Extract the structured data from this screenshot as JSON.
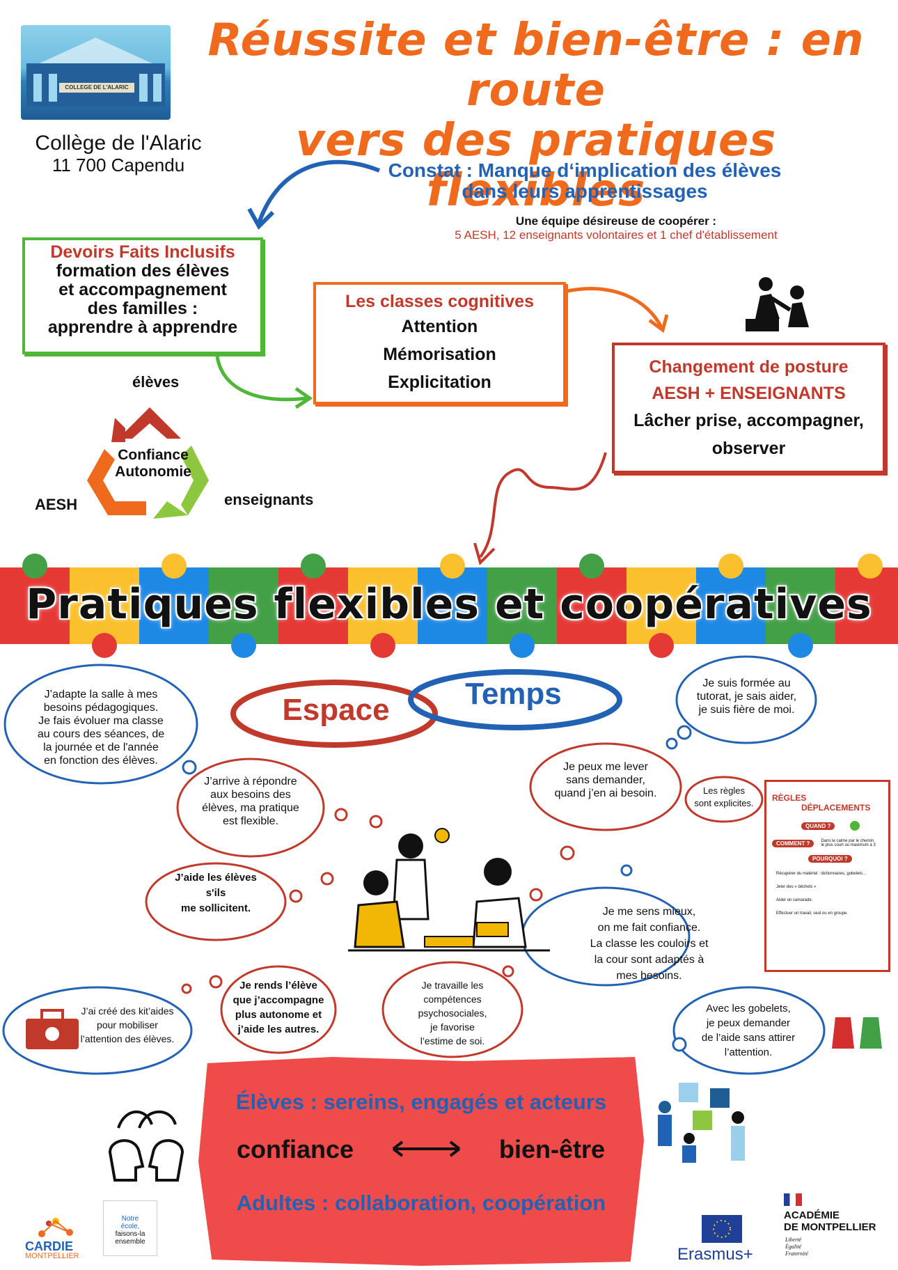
{
  "header": {
    "title_line1": "Réussite et bien-être : en route",
    "title_line2": "vers des pratiques flexibles",
    "photo_sign": "COLLEGE DE L'ALARIC",
    "school_name": "Collège de l'Alaric",
    "school_city": "11 700 Capendu"
  },
  "constat": {
    "line1": "Constat : Manque d‘implication des élèves",
    "line2": "dans leurs apprentissages",
    "team_title": "Une équipe désireuse de coopérer :",
    "team_detail": "5 AESH, 12 enseignants volontaires et 1 chef d'établissement"
  },
  "box_devoirs": {
    "title": "Devoirs Faits Inclusifs",
    "lines": [
      "formation des élèves",
      "et accompagnement",
      "des familles :",
      "apprendre à apprendre"
    ]
  },
  "box_classes": {
    "title": "Les classes cognitives",
    "lines": [
      "Attention",
      "Mémorisation",
      "Explicitation"
    ]
  },
  "box_posture": {
    "title1": "Changement de posture",
    "title2": "AESH + ENSEIGNANTS",
    "lines": [
      "Lâcher prise, accompagner,",
      "observer"
    ]
  },
  "cycle": {
    "top": "élèves",
    "left": "AESH",
    "right": "enseignants",
    "center1": "Confiance",
    "center2": "Autonomie"
  },
  "banner": {
    "text": "Pratiques flexibles et coopératives"
  },
  "labels": {
    "espace": "Espace",
    "temps": "Temps"
  },
  "clouds": {
    "c1": [
      "J’adapte la salle à mes",
      "besoins pédagogiques.",
      "Je fais évoluer ma classe",
      "au cours des séances, de",
      "la journée et de l'année",
      "en fonction des élèves."
    ],
    "c2": [
      "J’arrive à répondre",
      "aux besoins des",
      "élèves, ma pratique",
      "est flexible."
    ],
    "c3": [
      "J’aide les élèves",
      "s'ils",
      "me sollicitent."
    ],
    "c4": [
      "J’ai créé des kit’aides",
      "pour mobiliser",
      "l’attention des élèves."
    ],
    "c5": [
      "Je rends l’élève",
      "que j’accompagne",
      "plus autonome et",
      "j’aide les autres."
    ],
    "c6": [
      "Je travaille les",
      "compétences",
      "psychosociales,",
      "je favorise",
      "l’estime de soi."
    ],
    "c7": [
      "Je suis formée au",
      "tutorat, je sais aider,",
      "je suis fière de moi."
    ],
    "c8": [
      "Je peux me lever",
      "sans demander,",
      "quand j’en ai besoin."
    ],
    "c9": [
      "Les règles",
      "sont explicites."
    ],
    "c10": [
      "Je me sens mieux,",
      "on me fait confiance.",
      "La classe les couloirs et",
      "la cour sont adaptés à",
      "mes besoins."
    ],
    "c11": [
      "Avec les gobelets,",
      "je peux demander",
      "de l’aide sans attirer",
      "l’attention."
    ]
  },
  "poster": {
    "title1": "RÈGLES",
    "title2": "DÉPLACEMENTS",
    "quand": "QUAND ?",
    "comment": "COMMENT ?",
    "comment_detail": "Dans le calme par le chemin le plus court ou maximum à 3",
    "pourquoi": "POURQUOI ?",
    "items": [
      "Récupérer du matériel : dictionnaires, gobelets…",
      "Jeter des « déchets »",
      "Aider un camarade.",
      "Effectuer un travail, seul ou en groupe."
    ]
  },
  "conclusion": {
    "eleves": "Élèves : sereins, engagés et acteurs",
    "confiance": "confiance",
    "bien_etre": "bien-être",
    "adultes": "Adultes : collaboration, coopération"
  },
  "logos": {
    "cardie": "CARDIE",
    "cardie_sub": "MONTPELLIER",
    "notre_ecole": [
      "Notre",
      "école,",
      "faisons-la",
      "ensemble"
    ],
    "erasmus": "Erasmus+",
    "academie1": "ACADÉMIE",
    "academie2": "DE MONTPELLIER",
    "devise": [
      "Liberté",
      "Égalité",
      "Fraternité"
    ]
  },
  "colors": {
    "orange": "#ef6a1c",
    "blue": "#2262b5",
    "red": "#c0392b",
    "green": "#4fb637"
  }
}
